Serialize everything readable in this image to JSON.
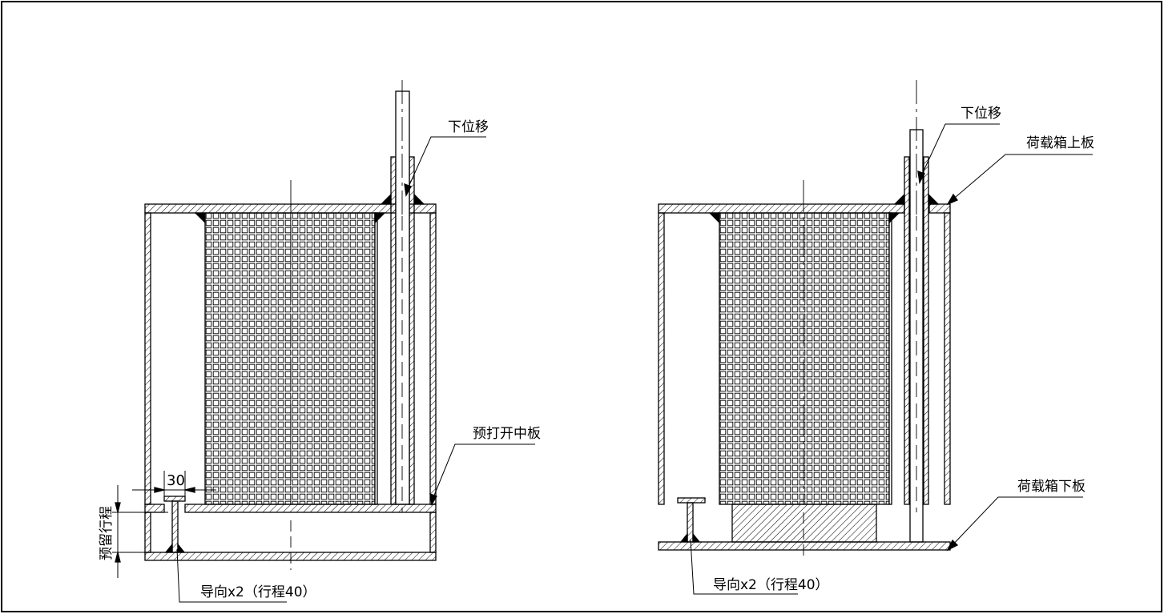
{
  "left_view": {
    "disp_label": "下位移",
    "mid_plate_label": "预打开中板",
    "dim_value": "30",
    "reserved_travel_label": "预留行程",
    "guide_label": "导向x2（行程40）"
  },
  "right_view": {
    "disp_label": "下位移",
    "top_plate_label": "荷载箱上板",
    "bottom_plate_label": "荷载箱下板",
    "guide_label": "导向x2（行程40）"
  },
  "colors": {
    "line": "#000000",
    "background": "#ffffff"
  }
}
